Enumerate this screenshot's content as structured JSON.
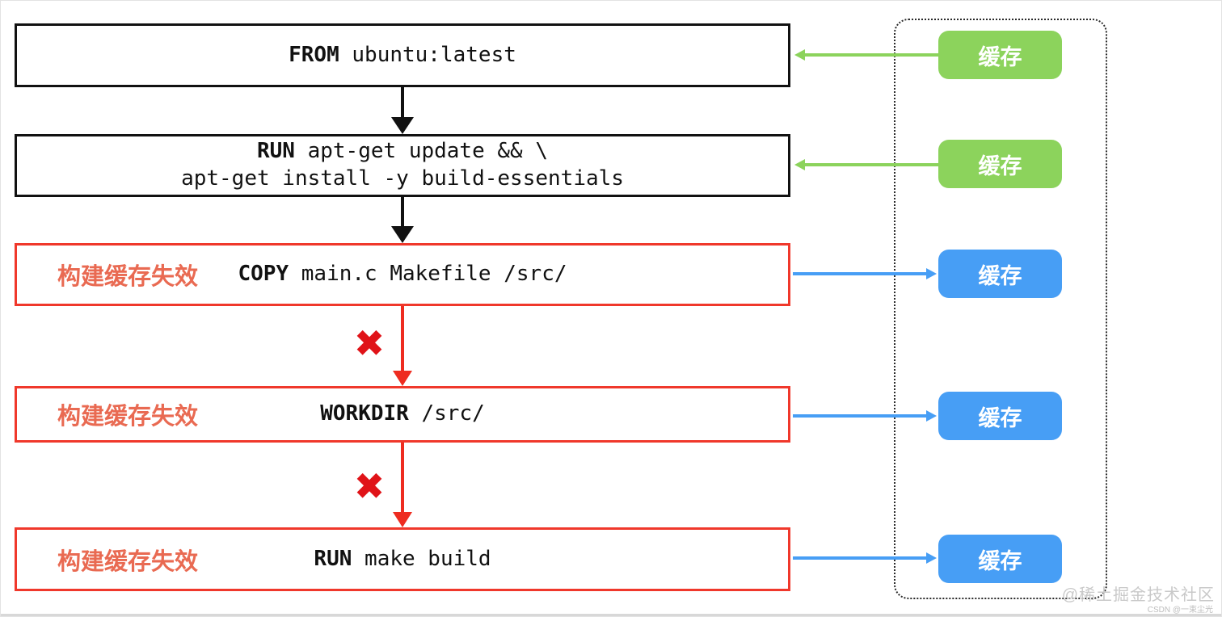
{
  "colors": {
    "cache_hit": "#8cd35c",
    "cache_miss": "#479ef5",
    "invalid_border": "#f0382b",
    "invalid_label": "#e96a52",
    "flow_black": "#111111",
    "flow_red": "#ee2c20",
    "x_mark": "#e01318"
  },
  "x_mark_glyph": "✖",
  "steps": [
    {
      "keyword": "FROM",
      "command": " ubuntu:latest",
      "invalid": false
    },
    {
      "keyword": "RUN",
      "command": " apt-get update && \\",
      "command2": "apt-get install -y build-essentials",
      "invalid": false
    },
    {
      "keyword": "COPY",
      "command": " main.c Makefile /src/",
      "invalid": true,
      "label": "构建缓存失效"
    },
    {
      "keyword": "WORKDIR",
      "command": " /src/",
      "invalid": true,
      "label": "构建缓存失效"
    },
    {
      "keyword": "RUN",
      "command": " make build",
      "invalid": true,
      "label": "构建缓存失效"
    }
  ],
  "cache_panel": {
    "badges": [
      {
        "label": "缓存",
        "state": "hit"
      },
      {
        "label": "缓存",
        "state": "hit"
      },
      {
        "label": "缓存",
        "state": "miss"
      },
      {
        "label": "缓存",
        "state": "miss"
      },
      {
        "label": "缓存",
        "state": "miss"
      }
    ]
  },
  "watermark": {
    "community": "@稀土掘金技术社区",
    "author": "CSDN @一束尘光"
  }
}
